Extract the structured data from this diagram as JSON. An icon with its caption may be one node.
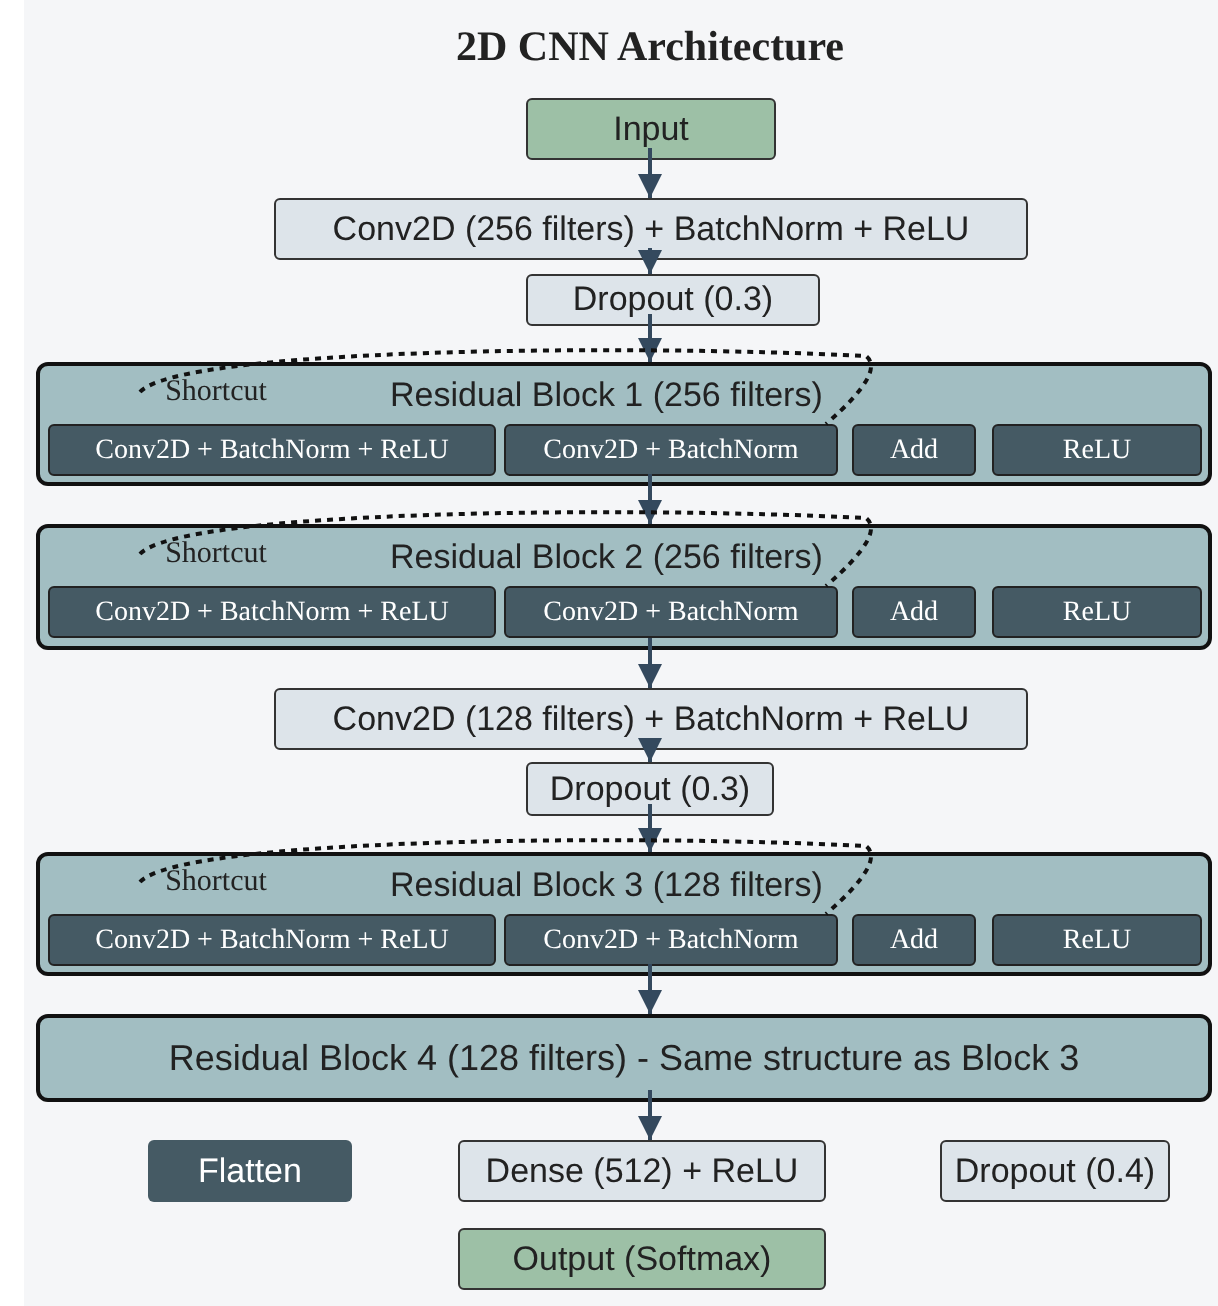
{
  "diagram": {
    "title": "2D CNN Architecture",
    "nodes": [
      {
        "text": [
          "Input"
        ]
      },
      {
        "text": [
          "Conv2D (256 filters) + BatchNorm + ReLU"
        ]
      },
      {
        "text": [
          "Dropout (0.3)"
        ]
      },
      {
        "text": [
          "Residual Block 1 (256 filters)"
        ]
      },
      {
        "text": [
          "Shortcut"
        ],
        "in": 3
      },
      {
        "text": [
          "Conv2D + BatchNorm + ReLU"
        ],
        "in": 3
      },
      {
        "text": [
          "Conv2D + BatchNorm"
        ],
        "in": 3
      },
      {
        "text": [
          "Add"
        ],
        "in": 3
      },
      {
        "text": [
          "ReLU"
        ],
        "in": 3
      },
      {
        "text": [
          "Residual Block 2 (256 filters)"
        ]
      },
      {
        "text": [
          "Shortcut"
        ],
        "in": 9
      },
      {
        "text": [
          "Conv2D + BatchNorm + ReLU"
        ],
        "in": 9
      },
      {
        "text": [
          "Conv2D + BatchNorm"
        ],
        "in": 9
      },
      {
        "text": [
          "Add"
        ],
        "in": 9
      },
      {
        "text": [
          "ReLU"
        ],
        "in": 9
      },
      {
        "text": [
          "Conv2D (128 filters) + BatchNorm + ReLU"
        ]
      },
      {
        "text": [
          "Dropout (0.3)"
        ]
      },
      {
        "text": [
          "Residual Block 3 (128 filters)"
        ]
      },
      {
        "text": [
          "Shortcut"
        ],
        "in": 17
      },
      {
        "text": [
          "Conv2D + BatchNorm + ReLU"
        ],
        "in": 17
      },
      {
        "text": [
          "Conv2D + BatchNorm"
        ],
        "in": 17
      },
      {
        "text": [
          "Add"
        ],
        "in": 17
      },
      {
        "text": [
          "ReLU"
        ],
        "in": 17
      },
      {
        "text": [
          "Residual Block 4 (128 filters) - Same structure as Block 3"
        ]
      },
      {
        "text": [
          "Flatten"
        ]
      },
      {
        "text": [
          "Dense (512) + ReLU"
        ]
      },
      {
        "text": [
          "Dropout (0.4)"
        ]
      },
      {
        "text": [
          "Output (Softmax)"
        ]
      }
    ],
    "edges": [
      {
        "from": 0,
        "to": 1,
        "arrow": "to"
      },
      {
        "from": 1,
        "to": 2,
        "arrow": "to"
      },
      {
        "from": 2,
        "to": 3,
        "arrow": "to"
      },
      {
        "from": 4,
        "to": 6,
        "arrow": "none",
        "style": "dashed"
      },
      {
        "from": 3,
        "to": 9,
        "arrow": "to"
      },
      {
        "from": 10,
        "to": 12,
        "arrow": "none",
        "style": "dashed"
      },
      {
        "from": 9,
        "to": 15,
        "arrow": "to"
      },
      {
        "from": 15,
        "to": 16,
        "arrow": "to"
      },
      {
        "from": 16,
        "to": 17,
        "arrow": "to"
      },
      {
        "from": 18,
        "to": 20,
        "arrow": "none",
        "style": "dashed"
      },
      {
        "from": 17,
        "to": 23,
        "arrow": "to"
      },
      {
        "from": 23,
        "to": 25,
        "arrow": "to"
      }
    ]
  }
}
